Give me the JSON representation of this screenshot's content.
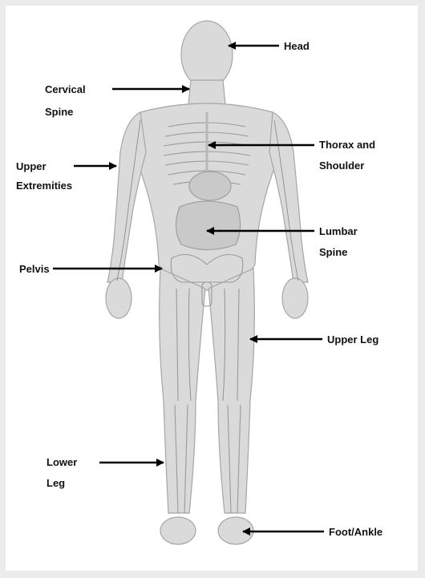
{
  "labels": {
    "head": "Head",
    "cervical_1": "Cervical",
    "cervical_2": "Spine",
    "thorax_1": "Thorax and",
    "thorax_2": "Shoulder",
    "upper_ext_1": "Upper",
    "upper_ext_2": "Extremities",
    "lumbar_1": "Lumbar",
    "lumbar_2": "Spine",
    "pelvis": "Pelvis",
    "upper_leg": "Upper Leg",
    "lower_leg_1": "Lower",
    "lower_leg_2": "Leg",
    "foot_ankle": "Foot/Ankle"
  },
  "colors": {
    "background": "#ececec",
    "panel": "#ffffff",
    "body_fill": "#d9d9d9",
    "body_stroke": "#a8a8a8",
    "arrow": "#000000"
  }
}
